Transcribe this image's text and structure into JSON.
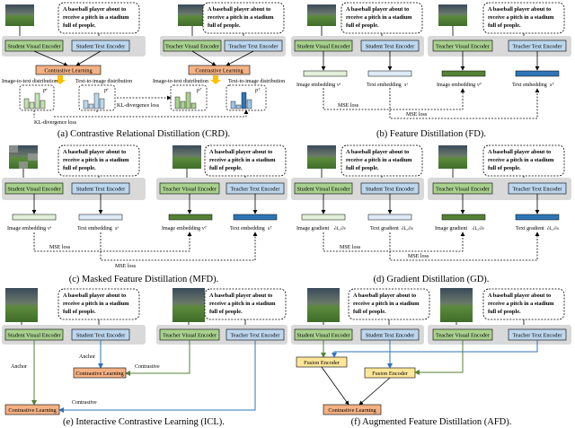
{
  "caption_text": "A baseball player about to receive a pitch in a stadium full of people.",
  "encoders": {
    "student_visual": "Student Visual Encoder",
    "student_text": "Student Text Encoder",
    "teacher_visual": "Teacher Visual Encoder",
    "teacher_text": "Teacher Text Encoder",
    "fusion": "Fusion Encoder"
  },
  "labels": {
    "contrastive_learning": "Contrastive Learning",
    "img2txt": "Image-to-text distribution",
    "txt2img": "Text-to-image distribution",
    "kl_loss": "KL-divergence loss",
    "mse_loss": "MSE loss",
    "image_embedding": "Image embedding",
    "text_embedding": "Text embedding",
    "image_gradient": "Image gradient",
    "text_gradient": "Text gradient",
    "anchor": "Anchor",
    "contrastive": "Contrastive",
    "v_s": "vˢ",
    "s_s": "sˢ",
    "v_t": "vᵀ",
    "s_t": "sᵀ",
    "p_s": "pˢ",
    "p_t": "pᵀ",
    "grad_v": "∂L₂/∂v",
    "grad_s": "∂L₂/∂s"
  },
  "captions": {
    "a": "(a) Contrastive Relational Distillation (CRD).",
    "b": "(b) Feature Distillation (FD).",
    "c": "(c) Masked Feature Distillation (MFD).",
    "d": "(d) Gradient Distillation (GD).",
    "e": "(e) Interactive Contrastive Learning (ICL).",
    "f": "(f) Augmented Feature Distillation (AFD)."
  },
  "colors": {
    "visual_fill": "#a9d18e",
    "text_fill": "#bdd7ee",
    "cl_fill": "#f4b183",
    "fusion_fill": "#ffe699",
    "panel_fill": "#d9d9d9",
    "arrow_yellow": "#ffc000",
    "blue_line": "#2e75b6",
    "green_line": "#548235"
  }
}
